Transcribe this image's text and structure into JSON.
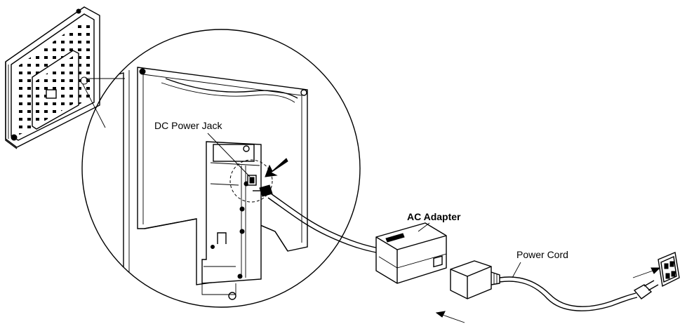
{
  "labels": {
    "dc_power_jack": "DC Power Jack",
    "ac_adapter": "AC Adapter",
    "power_cord": "Power Cord"
  },
  "colors": {
    "line": "#000000",
    "background": "#ffffff"
  }
}
